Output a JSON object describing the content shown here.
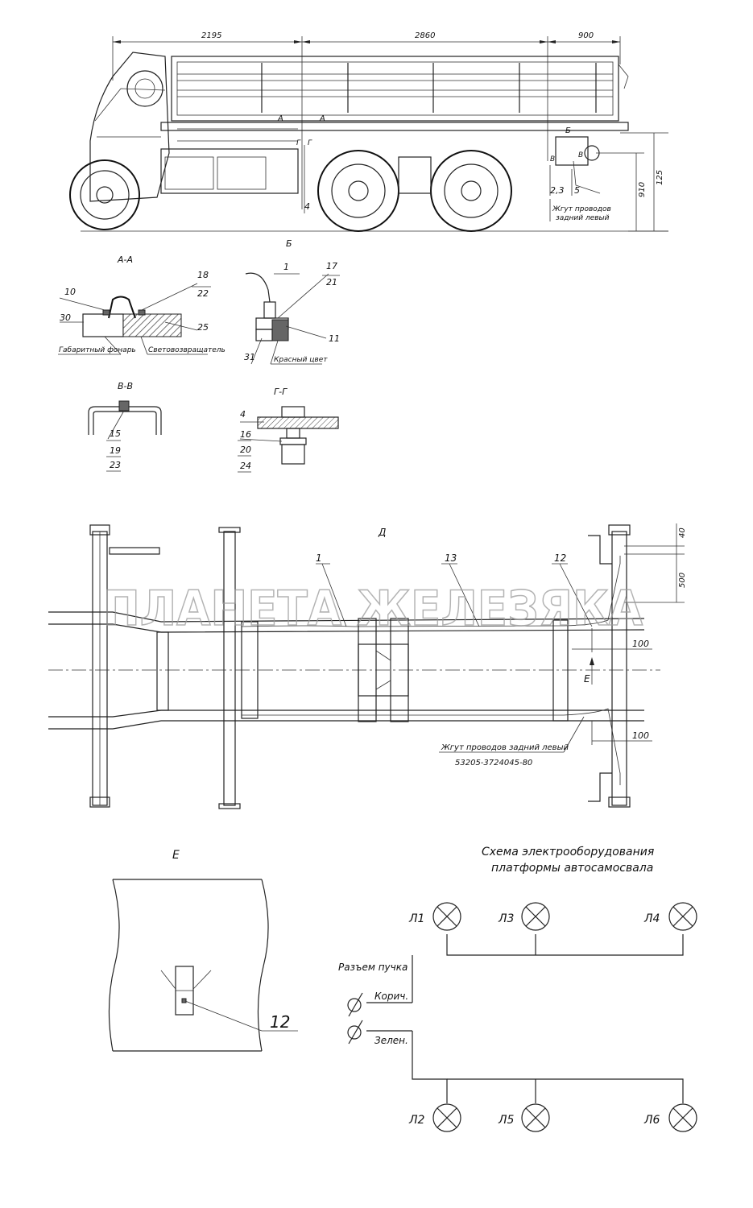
{
  "dimensions_top": {
    "d1": "2195",
    "d2": "2860",
    "d3": "900",
    "h1": "910",
    "h2": "125"
  },
  "side_view_labels": {
    "a1": "А",
    "a2": "А",
    "g1": "Г",
    "g2": "Г",
    "b": "Б",
    "v1": "В",
    "v2": "В",
    "n4": "4",
    "n23": "2,3",
    "n5": "5",
    "harness": "Жгут проводов",
    "harness2": "задний левый"
  },
  "section_aa": {
    "title": "А-А",
    "n10": "10",
    "n18": "18",
    "n22": "22",
    "n30": "30",
    "n25": "25",
    "cap1": "Габаритный фонарь",
    "cap2": "Световозвращатель"
  },
  "section_b": {
    "title": "Б",
    "n1": "1",
    "n17": "17",
    "n21": "21",
    "n11": "11",
    "n31": "31",
    "cap": "Красный цвет"
  },
  "section_vv": {
    "title": "В-В",
    "n15": "15",
    "n19": "19",
    "n23": "23"
  },
  "section_gg": {
    "title": "Г-Г",
    "n4": "4",
    "n16": "16",
    "n20": "20",
    "n24": "24"
  },
  "plan_view": {
    "title": "Д",
    "n1": "1",
    "n13": "13",
    "n12": "12",
    "dim40": "40",
    "dim500": "500",
    "dim100a": "100",
    "dim100b": "100",
    "e": "Е",
    "harness": "Жгут проводов задний левый",
    "harness_part": "53205-3724045-80"
  },
  "detail_e": {
    "title": "Е",
    "n12": "12"
  },
  "scheme": {
    "title1": "Схема электрооборудования",
    "title2": "платформы автосамосвала",
    "l1": "Л1",
    "l3": "Л3",
    "l4": "Л4",
    "l2": "Л2",
    "l5": "Л5",
    "l6": "Л6",
    "connector": "Разъем пучка",
    "brown": "Корич.",
    "green": "Зелен."
  },
  "watermark": "ПЛАНЕТА ЖЕЛЕЗЯКА"
}
